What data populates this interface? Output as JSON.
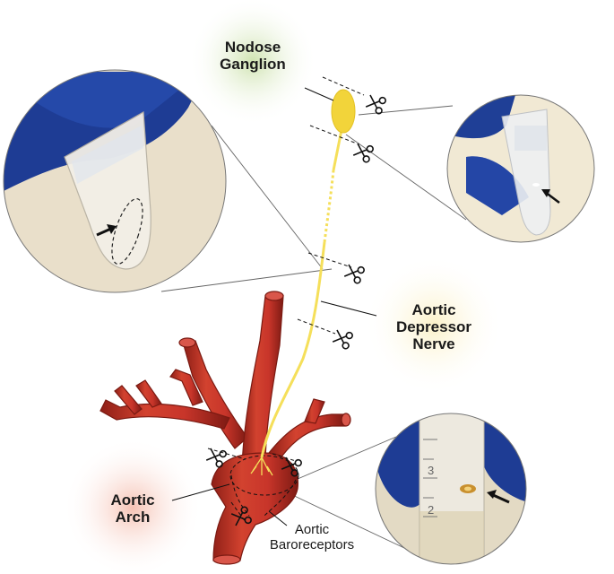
{
  "labels": {
    "nodose_ganglion": [
      "Nodose",
      "Ganglion"
    ],
    "aortic_depressor_nerve": [
      "Aortic",
      "Depressor",
      "Nerve"
    ],
    "aortic_arch": [
      "Aortic",
      "Arch"
    ],
    "aortic_baroreceptors": [
      "Aortic",
      "Baroreceptors"
    ]
  },
  "tube_scale_numbers": [
    "3",
    "2"
  ],
  "colors": {
    "artery": "#c8352a",
    "artery_dark": "#8e1f17",
    "nerve": "#f5df5a",
    "ganglion": "#f2d43a",
    "glove": "#1f3f96",
    "backdrop": "#e8dfcc",
    "glow_green": "#cfe3b0",
    "glow_yellow": "#fbf1c7",
    "glow_red": "#f6c2b4"
  },
  "icons": [
    "scissors-icon",
    "arrow-icon"
  ]
}
